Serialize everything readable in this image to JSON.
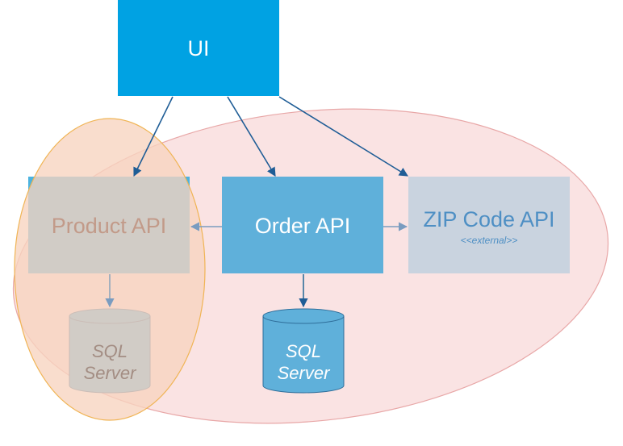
{
  "nodes": {
    "ui": {
      "label": "UI"
    },
    "product_api": {
      "label": "Product API"
    },
    "order_api": {
      "label": "Order API"
    },
    "zip_api": {
      "label": "ZIP Code API",
      "stereotype": "<<external>>"
    },
    "product_db": {
      "line1": "SQL",
      "line2": "Server"
    },
    "order_db": {
      "line1": "SQL",
      "line2": "Server"
    }
  },
  "colors": {
    "ui_fill": "#00a2e3",
    "order_fill": "#5fb0da",
    "product_fill": "#9ec8dc",
    "zip_fill": "#c9d3df",
    "arrow_dark": "#1f5d96",
    "arrow_light": "#7a9cc0",
    "large_ellipse_fill": "#f8d9d9",
    "large_ellipse_stroke": "#e8a7a7",
    "small_ellipse_fill": "#f7d3bf",
    "small_ellipse_stroke": "#f0b454"
  }
}
